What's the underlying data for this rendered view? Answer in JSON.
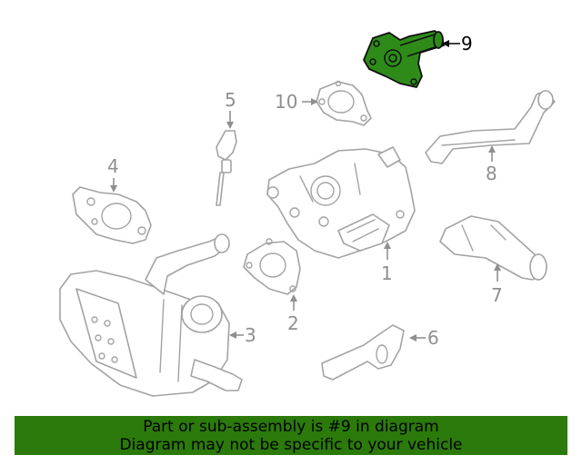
{
  "callouts": {
    "c1": "1",
    "c2": "2",
    "c3": "3",
    "c4": "4",
    "c5": "5",
    "c6": "6",
    "c7": "7",
    "c8": "8",
    "c9": "9",
    "c10": "10"
  },
  "highlighted_part": "9",
  "colors": {
    "highlight": "#2e8b1a",
    "banner": "#2b7a0b",
    "line_art": "#a3a3a3"
  },
  "banner": {
    "line1": "Part or sub-assembly is #9 in diagram",
    "line2": "Diagram may not be specific to your vehicle"
  }
}
